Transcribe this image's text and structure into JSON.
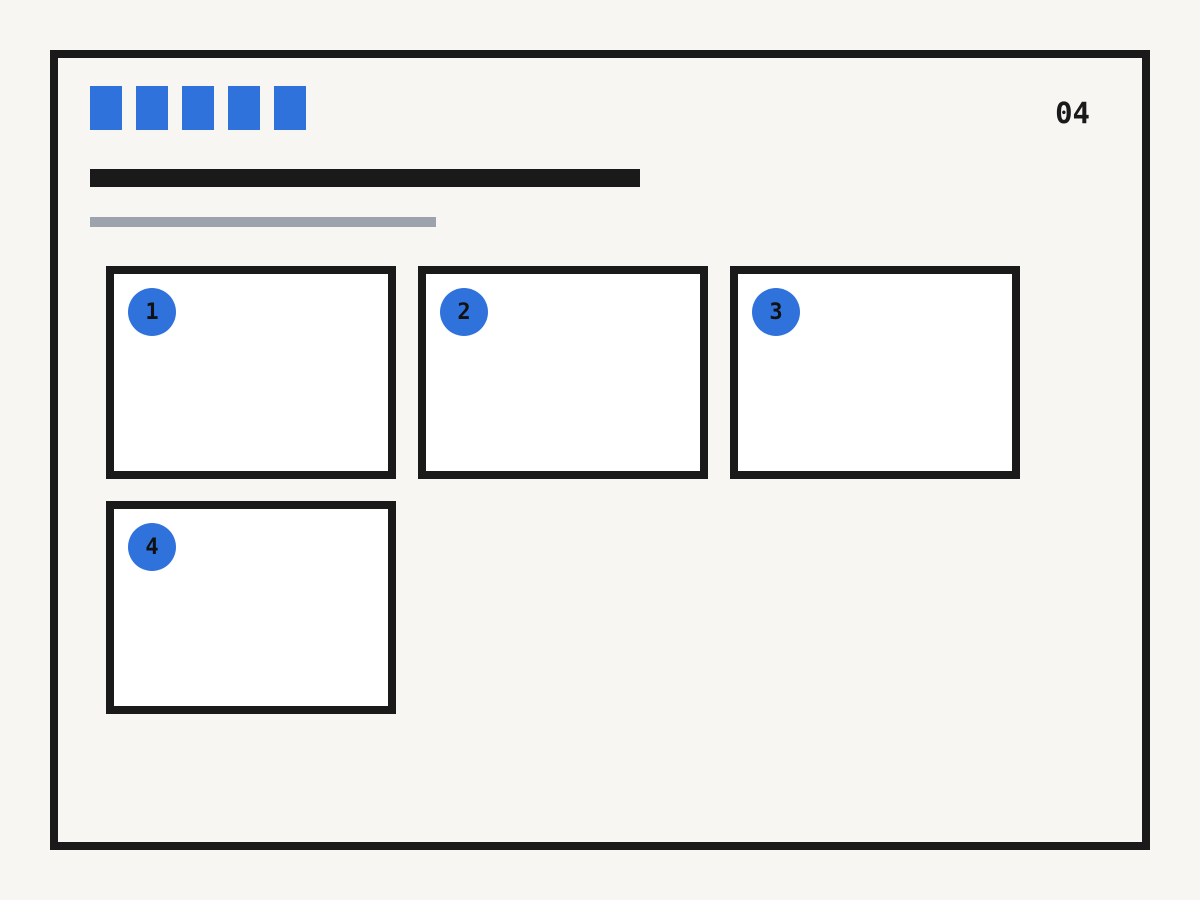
{
  "header": {
    "progress": {
      "steps_total": 5,
      "steps_filled": 5
    },
    "counter": "04"
  },
  "cards": [
    {
      "badge": "1"
    },
    {
      "badge": "2"
    },
    {
      "badge": "3"
    },
    {
      "badge": "4"
    }
  ],
  "colors": {
    "accent": "#3072db",
    "ink": "#1a1a1a",
    "muted": "#9ca3ad",
    "background": "#f7f6f3",
    "card": "#ffffff"
  }
}
